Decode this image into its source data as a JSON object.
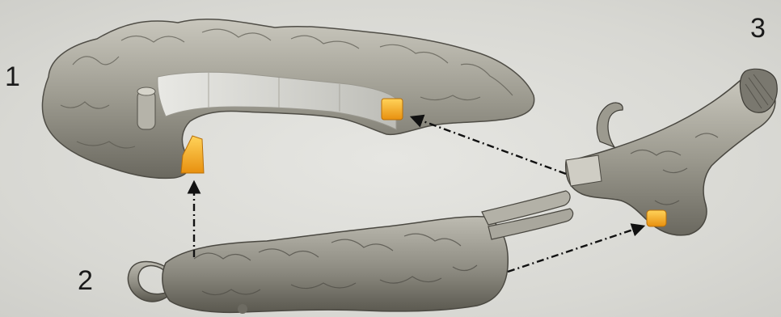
{
  "labels": {
    "part1": "1",
    "part2": "2",
    "part3": "3"
  },
  "colors": {
    "background": "#dcdcd8",
    "bone": "#9c9a8f",
    "bone_dark": "#5f5d55",
    "bone_light": "#d2d0c6",
    "marker": "#f2a81d",
    "arrow": "#111111"
  },
  "parts": [
    {
      "id": "1",
      "marker_count": 2
    },
    {
      "id": "2",
      "marker_count": 0
    },
    {
      "id": "3",
      "marker_count": 1
    }
  ],
  "connections": [
    {
      "from": "2",
      "to": "1"
    },
    {
      "from": "3",
      "to": "1"
    },
    {
      "from": "2",
      "to": "3"
    }
  ]
}
